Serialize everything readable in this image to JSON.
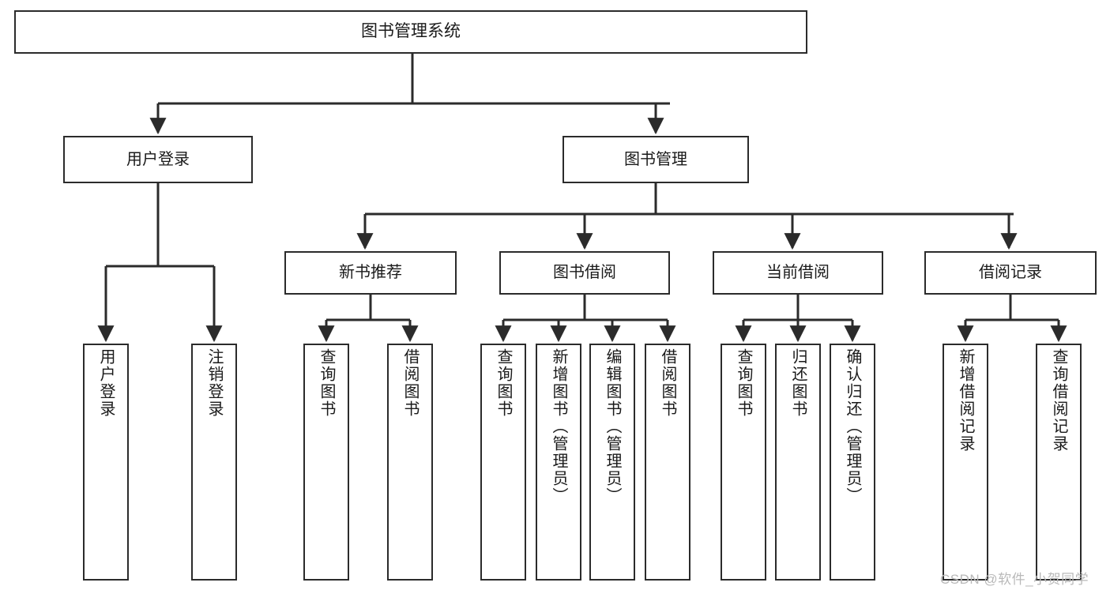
{
  "diagram": {
    "type": "tree-hierarchy",
    "title": "图书管理系统",
    "orientation": "top-down",
    "colors": {
      "stroke": "#2b2b2b",
      "fill": "#ffffff",
      "text": "#1a1a1a",
      "watermark": "#b9b9b9"
    },
    "watermark": "CSDN @软件_小贺同学"
  },
  "nodes": {
    "root": {
      "label": "图书管理系统"
    },
    "level2": [
      {
        "id": "user-login",
        "label": "用户登录"
      },
      {
        "id": "book-management",
        "label": "图书管理"
      }
    ],
    "level3": [
      {
        "id": "new-book-recommend",
        "label": "新书推荐"
      },
      {
        "id": "book-borrow",
        "label": "图书借阅"
      },
      {
        "id": "current-borrow",
        "label": "当前借阅"
      },
      {
        "id": "borrow-record",
        "label": "借阅记录"
      }
    ],
    "leaves": {
      "user-login": [
        {
          "id": "user-login-leaf",
          "label": "用户登录"
        },
        {
          "id": "user-logout-leaf",
          "label": "注销登录"
        }
      ],
      "new-book-recommend": [
        {
          "id": "query-book-1",
          "label": "查询图书"
        },
        {
          "id": "borrow-book-1",
          "label": "借阅图书"
        }
      ],
      "book-borrow": [
        {
          "id": "query-book-2",
          "label": "查询图书"
        },
        {
          "id": "add-book",
          "label": "新增图书（管理员）"
        },
        {
          "id": "edit-book",
          "label": "编辑图书（管理员）"
        },
        {
          "id": "borrow-book-2",
          "label": "借阅图书"
        }
      ],
      "current-borrow": [
        {
          "id": "query-book-3",
          "label": "查询图书"
        },
        {
          "id": "return-book",
          "label": "归还图书"
        },
        {
          "id": "confirm-return",
          "label": "确认归还（管理员）"
        }
      ],
      "borrow-record": [
        {
          "id": "add-borrow-record",
          "label": "新增借阅记录"
        },
        {
          "id": "query-borrow-record",
          "label": "查询借阅记录"
        }
      ]
    }
  }
}
